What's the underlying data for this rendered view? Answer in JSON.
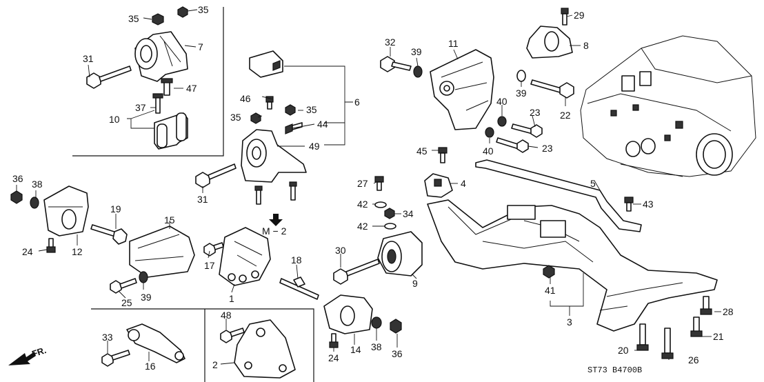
{
  "diagram": {
    "code": "ST73  B4700B",
    "ref_label": "M − 2",
    "direction_label": "FR.",
    "callouts": [
      "35",
      "35",
      "7",
      "31",
      "47",
      "37",
      "10",
      "6",
      "46",
      "35",
      "35",
      "44",
      "49",
      "31",
      "32",
      "39",
      "11",
      "29",
      "8",
      "39",
      "22",
      "40",
      "23",
      "23",
      "40",
      "45",
      "4",
      "5",
      "27",
      "42",
      "34",
      "42",
      "43",
      "36",
      "38",
      "24",
      "12",
      "19",
      "15",
      "17",
      "1",
      "18",
      "30",
      "9",
      "39",
      "25",
      "41",
      "3",
      "28",
      "21",
      "48",
      "33",
      "16",
      "2",
      "24",
      "14",
      "38",
      "36",
      "20",
      "26"
    ]
  }
}
